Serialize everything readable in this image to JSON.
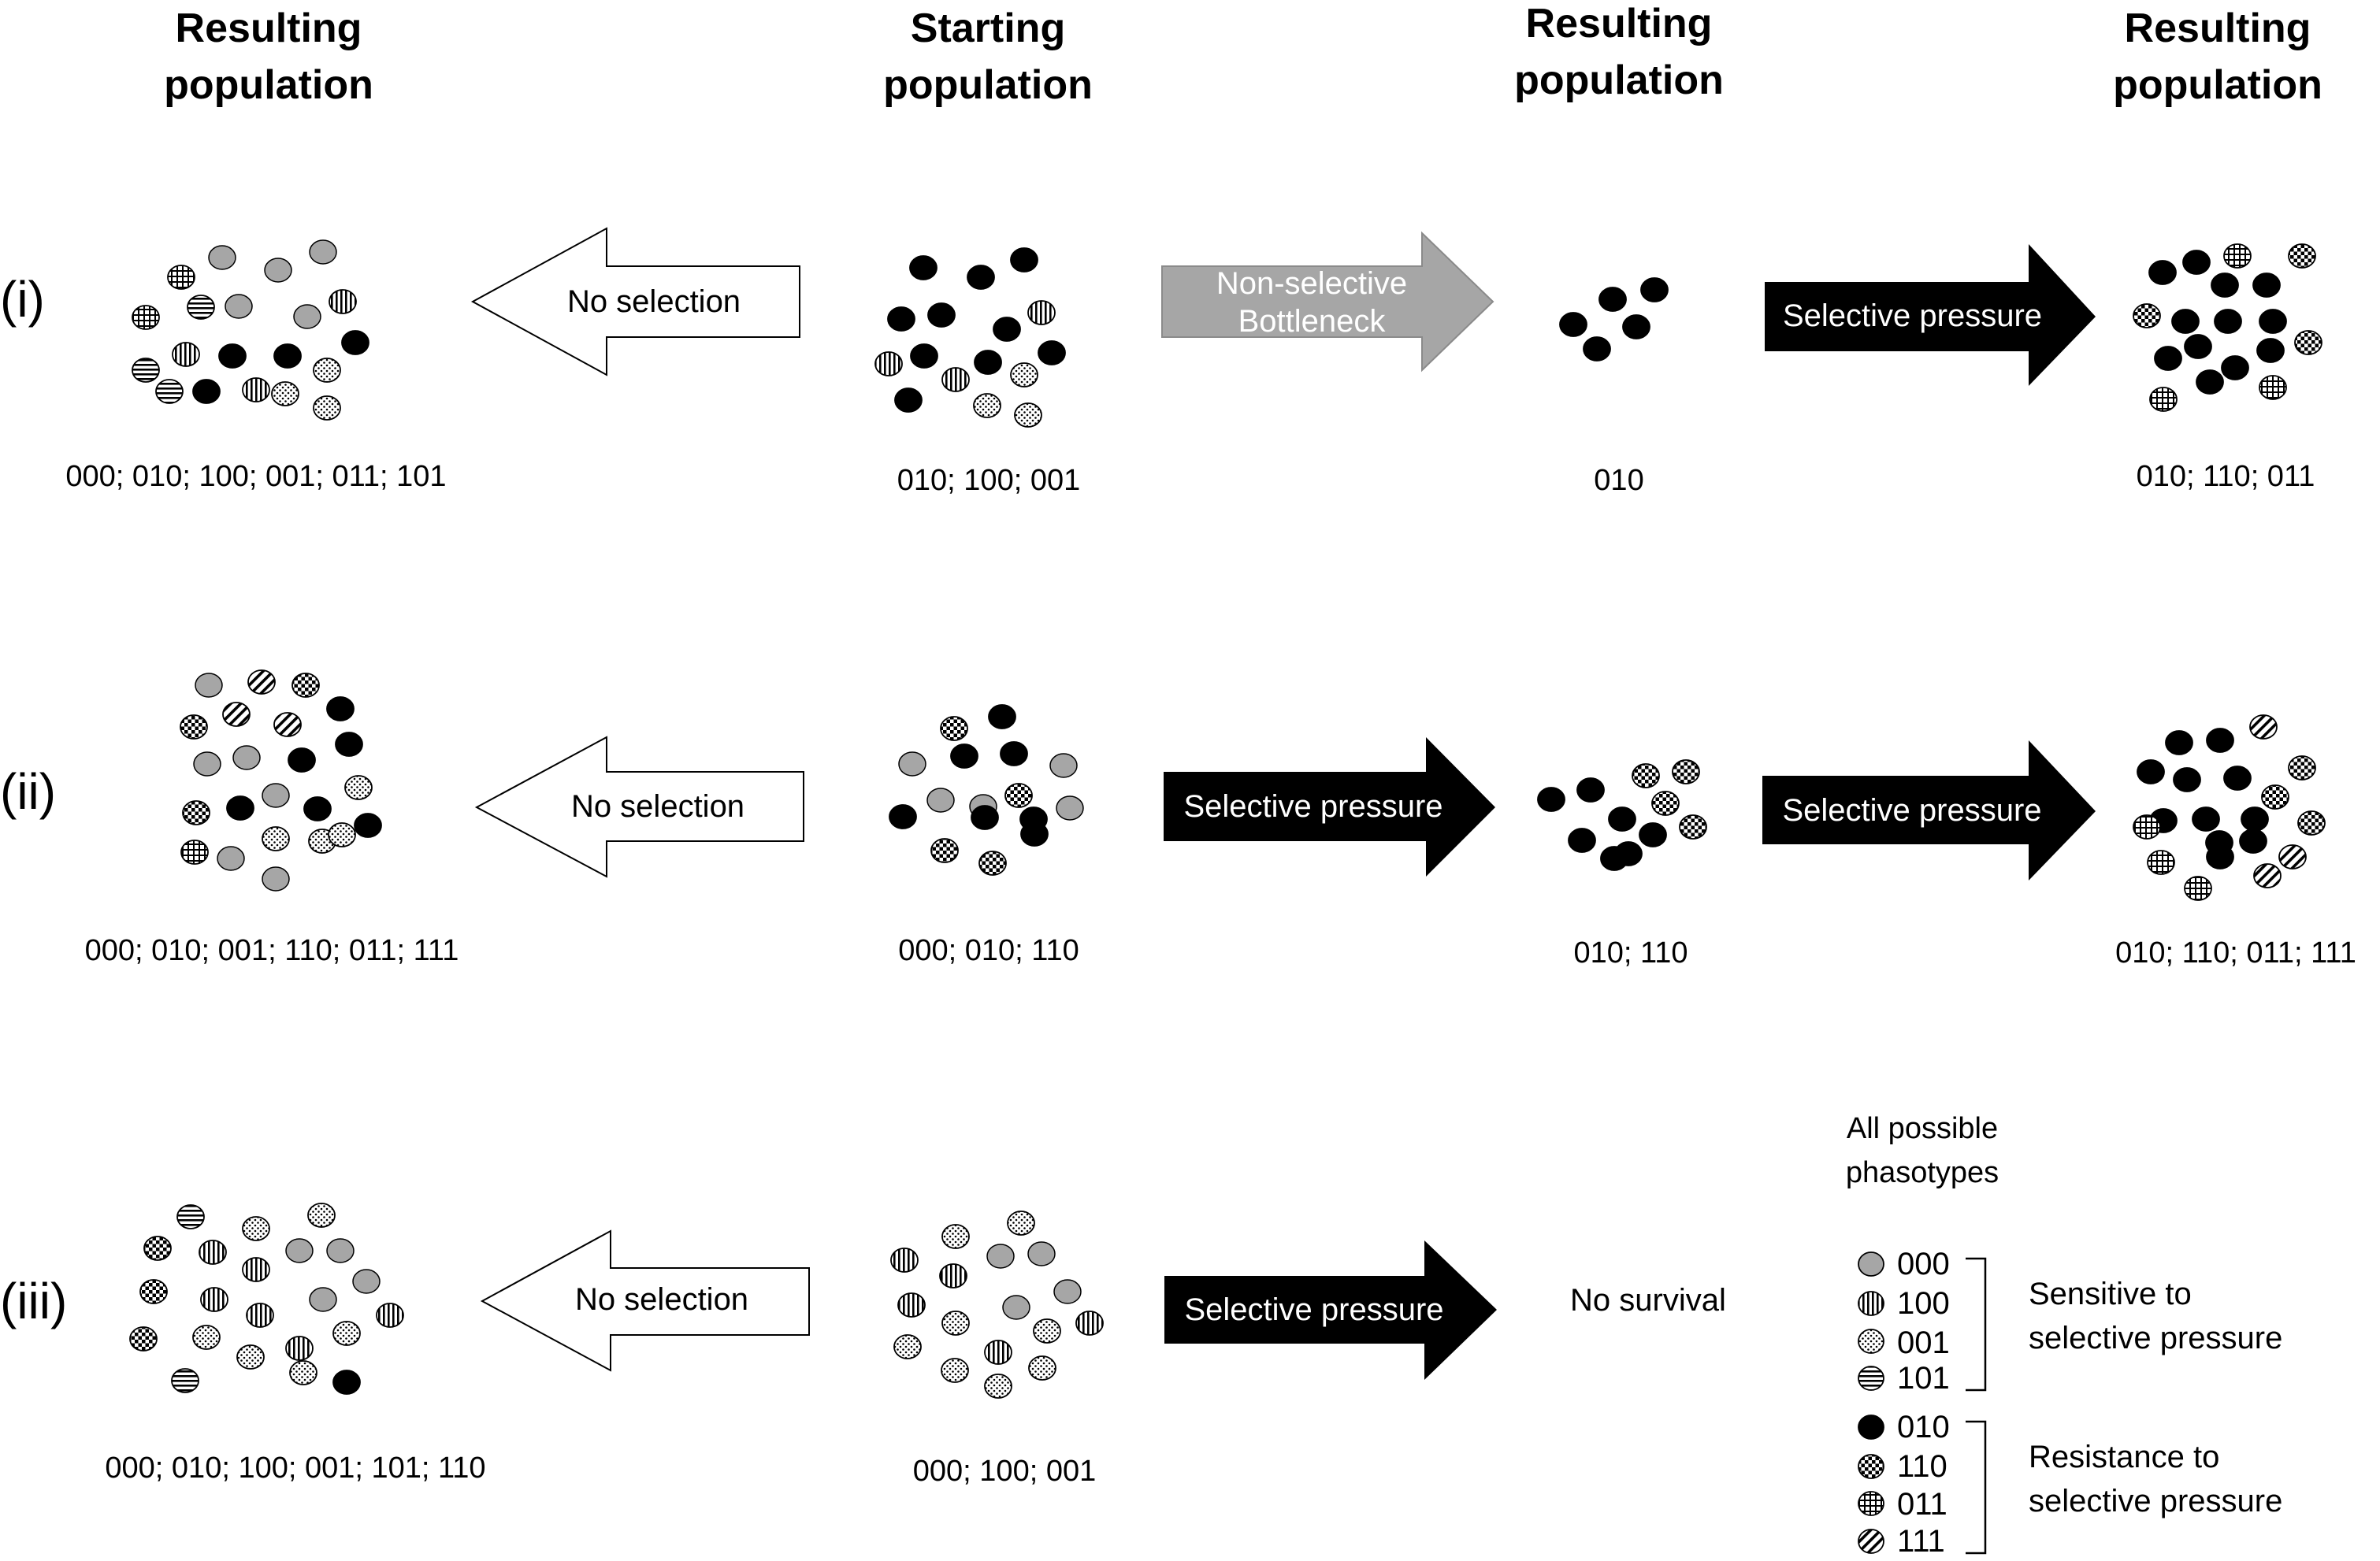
{
  "headers": {
    "col1": [
      "Resulting",
      "population"
    ],
    "col2": [
      "Starting",
      "population"
    ],
    "col3": [
      "Resulting",
      "population"
    ],
    "col4": [
      "Resulting",
      "population"
    ]
  },
  "rows": [
    {
      "label": "(i)",
      "col1_codes": "000; 010; 100; 001; 011; 101",
      "col2_codes": "010; 100; 001",
      "col3_codes": "010",
      "col4_codes": "010; 110; 011",
      "left_arrow": "No selection",
      "mid_arrow": [
        "Non-selective",
        "Bottleneck"
      ],
      "right_arrow": "Selective pressure"
    },
    {
      "label": "(ii)",
      "col1_codes": "000; 010; 001; 110; 011; 111",
      "col2_codes": "000; 010; 110",
      "col3_codes": "010; 110",
      "col4_codes": "010; 110; 011; 111",
      "left_arrow": "No selection",
      "mid_arrow": "Selective pressure",
      "right_arrow": "Selective pressure"
    },
    {
      "label": "(iii)",
      "col1_codes": "000; 010; 100; 001; 101; 110",
      "col2_codes": "000; 100; 001",
      "col3_text": "No survival",
      "left_arrow": "No selection",
      "mid_arrow": "Selective pressure"
    }
  ],
  "legend": {
    "title": [
      "All possible",
      "phasotypes"
    ],
    "items": [
      {
        "code": "000",
        "pattern": "gray"
      },
      {
        "code": "100",
        "pattern": "vstripe"
      },
      {
        "code": "001",
        "pattern": "dots"
      },
      {
        "code": "101",
        "pattern": "hstripe"
      },
      {
        "code": "010",
        "pattern": "black"
      },
      {
        "code": "110",
        "pattern": "checker"
      },
      {
        "code": "011",
        "pattern": "grid"
      },
      {
        "code": "111",
        "pattern": "diag"
      }
    ],
    "group_sensitive": [
      "Sensitive to",
      "selective pressure"
    ],
    "group_resistant": [
      "Resistance to",
      "selective pressure"
    ]
  },
  "colors": {
    "gray_fill": "#a6a6a6",
    "bottleneck_arrow": "#a6a6a6",
    "selective_arrow": "#000000",
    "no_selection_arrow": "#ffffff"
  }
}
